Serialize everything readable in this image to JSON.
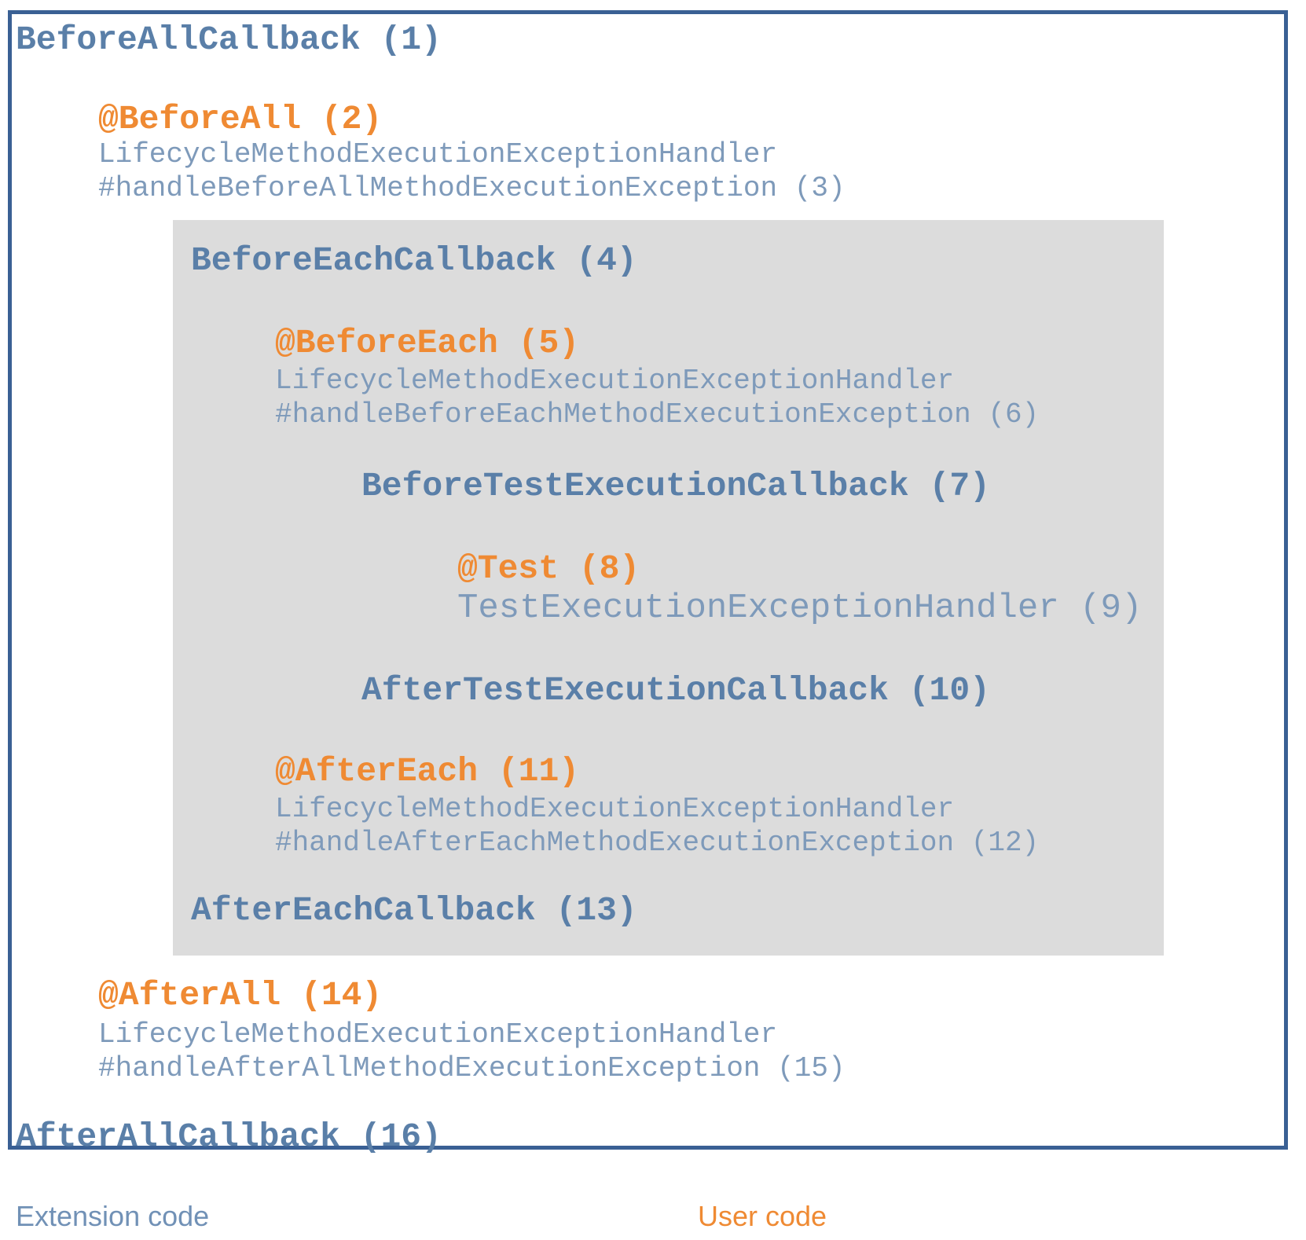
{
  "diagram": {
    "outer": {
      "before_all_callback": "BeforeAllCallback (1)",
      "after_all_callback": "AfterAllCallback (16)"
    },
    "before_all_block": {
      "annotation": "@BeforeAll (2)",
      "handler_class": "LifecycleMethodExecutionExceptionHandler",
      "handler_method": "#handleBeforeAllMethodExecutionException (3)"
    },
    "each_box": {
      "before_each_callback": "BeforeEachCallback (4)",
      "before_each_block": {
        "annotation": "@BeforeEach (5)",
        "handler_class": "LifecycleMethodExecutionExceptionHandler",
        "handler_method": "#handleBeforeEachMethodExecutionException (6)"
      },
      "before_test_execution_callback": "BeforeTestExecutionCallback (7)",
      "test_block": {
        "annotation": "@Test (8)",
        "handler": "TestExecutionExceptionHandler (9)"
      },
      "after_test_execution_callback": "AfterTestExecutionCallback (10)",
      "after_each_block": {
        "annotation": "@AfterEach (11)",
        "handler_class": "LifecycleMethodExecutionExceptionHandler",
        "handler_method": "#handleAfterEachMethodExecutionException (12)"
      },
      "after_each_callback": "AfterEachCallback (13)"
    },
    "after_all_block": {
      "annotation": "@AfterAll (14)",
      "handler_class": "LifecycleMethodExecutionExceptionHandler",
      "handler_method": "#handleAfterAllMethodExecutionException (15)"
    },
    "colors": {
      "extension_header": "#5a7fa8",
      "extension_detail": "#7e9aba",
      "user_code": "#ef8a33",
      "outer_border": "#3a6094",
      "inner_background": "#dcdcdc"
    }
  },
  "legend": {
    "extension_label": "Extension code",
    "user_label": "User code"
  }
}
